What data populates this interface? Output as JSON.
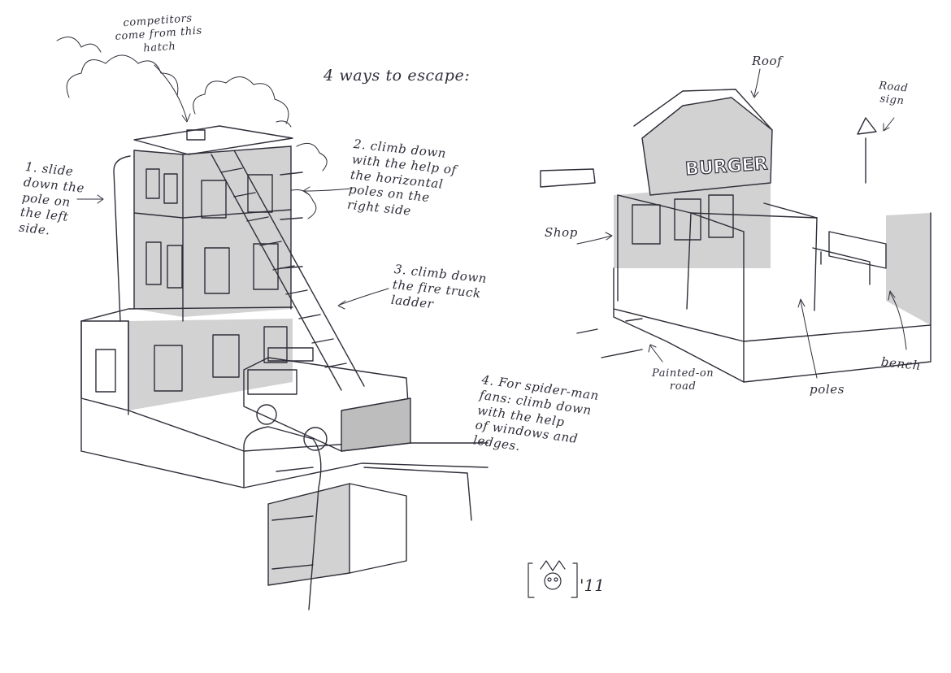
{
  "title": "4 ways to escape:",
  "notes": {
    "hatch": "competitors\ncome from this\nhatch",
    "way1": "1. slide\ndown the\npole on\nthe left\nside.",
    "way2": "2. climb down\nwith the help of\nthe horizontal\npoles on the\nright side",
    "way3": "3. climb down\nthe fire truck\nladder",
    "way4": "4. For spider-man\nfans: climb down\nwith the help\nof windows and\nledges."
  },
  "labels": {
    "roof": "Roof",
    "road_sign": "Road\nsign",
    "shop": "Shop",
    "shop_sign": "BURGER",
    "painted_road": "Painted-on\nroad",
    "poles": "poles",
    "bench": "bench"
  },
  "signature": {
    "year": "'11"
  },
  "colors": {
    "ink": "#2e2e3a",
    "shade": "#d2d2d2",
    "shade_dark": "#bdbdbd"
  }
}
